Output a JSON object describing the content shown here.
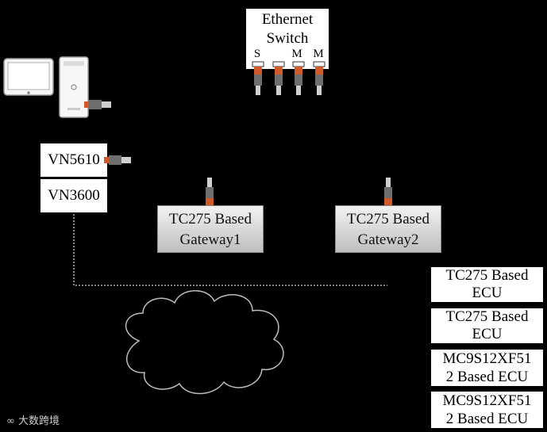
{
  "switch": {
    "title_line1": "Ethernet",
    "title_line2": "Switch",
    "ports": [
      "S",
      "",
      "M",
      "M"
    ]
  },
  "vn5610": "VN5610",
  "vn3600": "VN3600",
  "gateways": [
    {
      "line1": "TC275 Based",
      "line2": "Gateway1"
    },
    {
      "line1": "TC275 Based",
      "line2": "Gateway2"
    }
  ],
  "ecus": [
    {
      "line1": "TC275 Based",
      "line2": "ECU"
    },
    {
      "line1": "TC275 Based",
      "line2": "ECU"
    },
    {
      "line1": "MC9S12XF51",
      "line2": "2 Based ECU"
    },
    {
      "line1": "MC9S12XF51",
      "line2": "2 Based ECU"
    }
  ],
  "watermark": "大数跨境",
  "colors": {
    "background": "#000000",
    "box": "#ffffff",
    "gateway_gradient_top": "#f2f2f2",
    "gateway_gradient_bottom": "#bfbfbf"
  }
}
